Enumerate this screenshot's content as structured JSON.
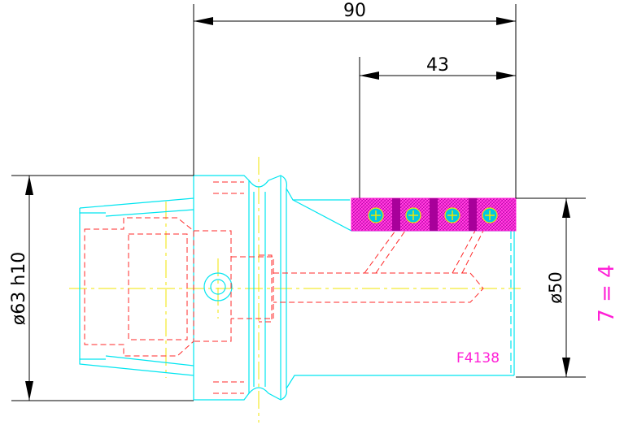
{
  "dimensions": {
    "overall_length": "90",
    "band_length": "43",
    "flange_diameter": "ø63 h10",
    "shank_diameter": "ø50"
  },
  "annotations": {
    "part_number": "F4138",
    "quantity_note": "7 = 4"
  },
  "colors": {
    "outline": "#00e5f0",
    "hidden": "#ff2a2a",
    "centerline": "#f2e600",
    "highlight": "#ff1fd6",
    "dimension": "#000000"
  }
}
